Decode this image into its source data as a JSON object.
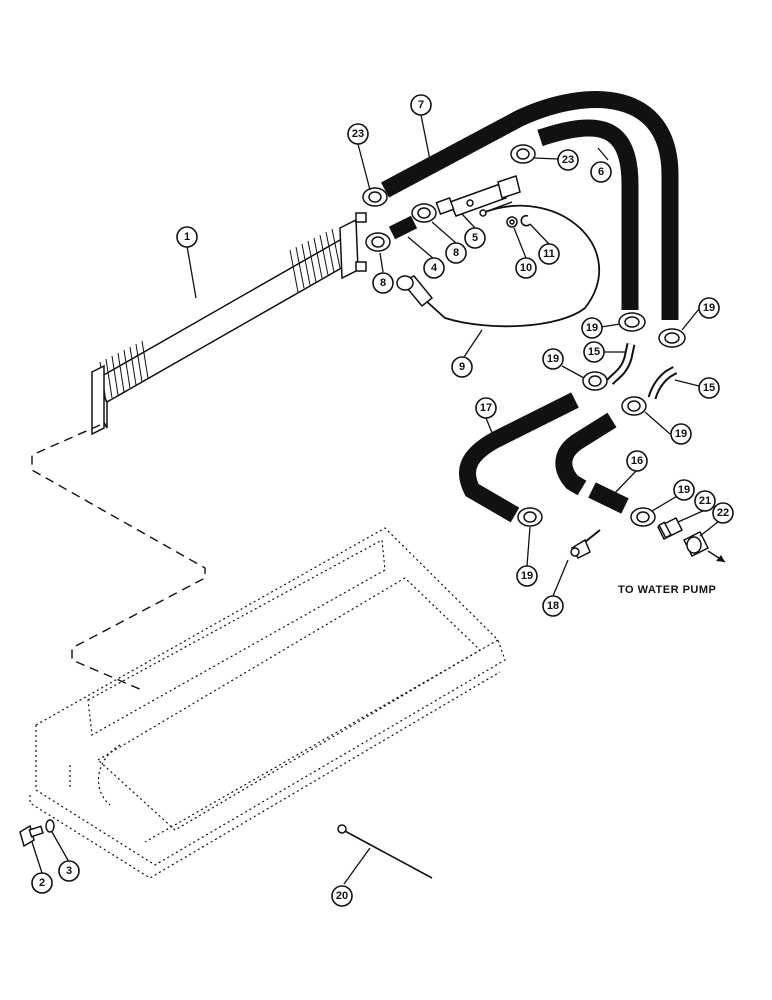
{
  "diagram": {
    "callouts": [
      "1",
      "2",
      "3",
      "4",
      "5",
      "6",
      "7",
      "8",
      "8",
      "9",
      "10",
      "11",
      "15",
      "15",
      "16",
      "17",
      "18",
      "19",
      "19",
      "19",
      "19",
      "19",
      "19",
      "20",
      "21",
      "22",
      "23",
      "23"
    ],
    "note": "TO WATER PUMP"
  }
}
